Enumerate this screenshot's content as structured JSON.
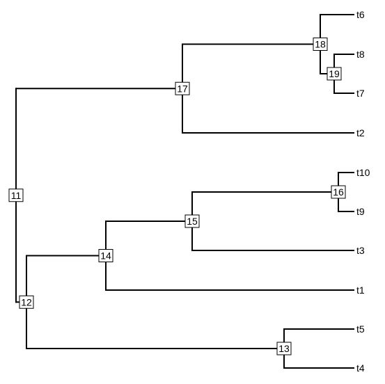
{
  "tree": {
    "tips": [
      {
        "id": "t6"
      },
      {
        "id": "t8"
      },
      {
        "id": "t7"
      },
      {
        "id": "t2"
      },
      {
        "id": "t10"
      },
      {
        "id": "t9"
      },
      {
        "id": "t3"
      },
      {
        "id": "t1"
      },
      {
        "id": "t5"
      },
      {
        "id": "t4"
      }
    ],
    "internal_nodes": [
      {
        "id": "11",
        "children": [
          "17",
          "12"
        ]
      },
      {
        "id": "17",
        "children": [
          "18",
          "t2"
        ]
      },
      {
        "id": "18",
        "children": [
          "t6",
          "19"
        ]
      },
      {
        "id": "19",
        "children": [
          "t8",
          "t7"
        ]
      },
      {
        "id": "12",
        "children": [
          "14",
          "13"
        ]
      },
      {
        "id": "14",
        "children": [
          "15",
          "t1"
        ]
      },
      {
        "id": "15",
        "children": [
          "16",
          "t3"
        ]
      },
      {
        "id": "16",
        "children": [
          "t10",
          "t9"
        ]
      },
      {
        "id": "13",
        "children": [
          "t5",
          "t4"
        ]
      }
    ]
  }
}
